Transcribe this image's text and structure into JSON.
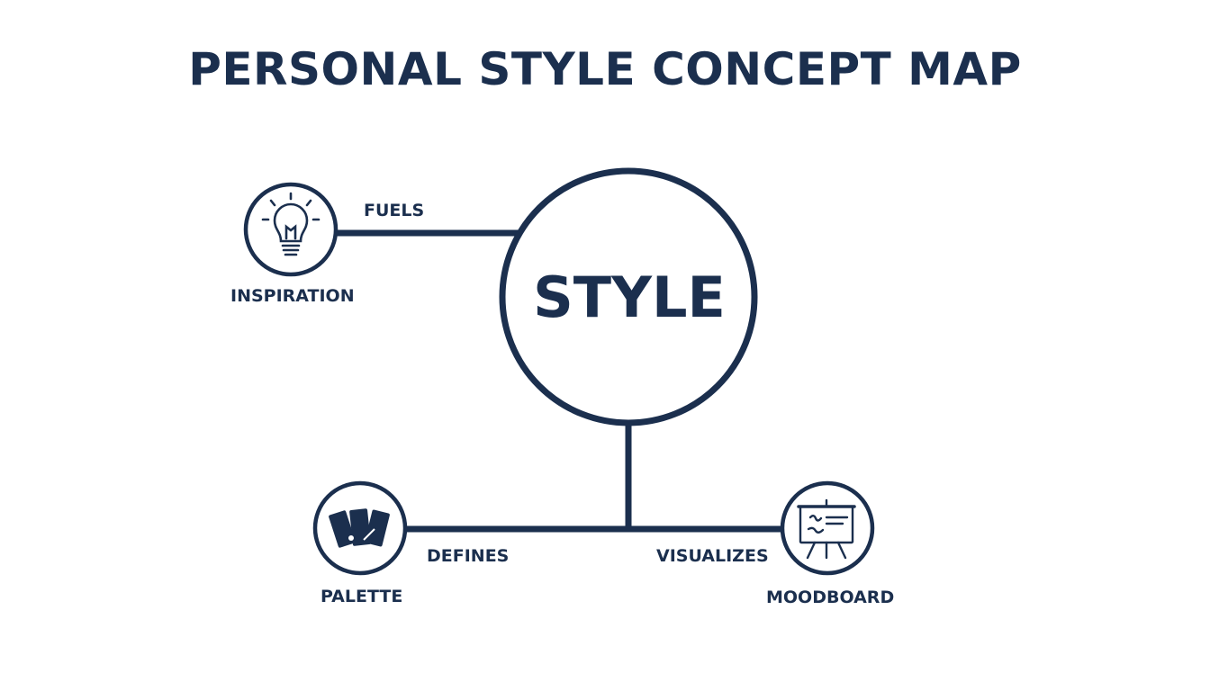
{
  "title": "PERSONAL STYLE CONCEPT MAP",
  "center": {
    "label": "STYLE"
  },
  "nodes": {
    "inspiration": {
      "label": "INSPIRATION",
      "icon": "lightbulb-icon"
    },
    "palette": {
      "label": "PALETTE",
      "icon": "color-swatches-icon"
    },
    "moodboard": {
      "label": "MOODBOARD",
      "icon": "presentation-board-icon"
    }
  },
  "edges": {
    "fuels": "FUELS",
    "defines": "DEFINES",
    "visualizes": "VISUALIZES"
  },
  "colors": {
    "primary": "#1b2f4e",
    "background": "#ffffff"
  }
}
